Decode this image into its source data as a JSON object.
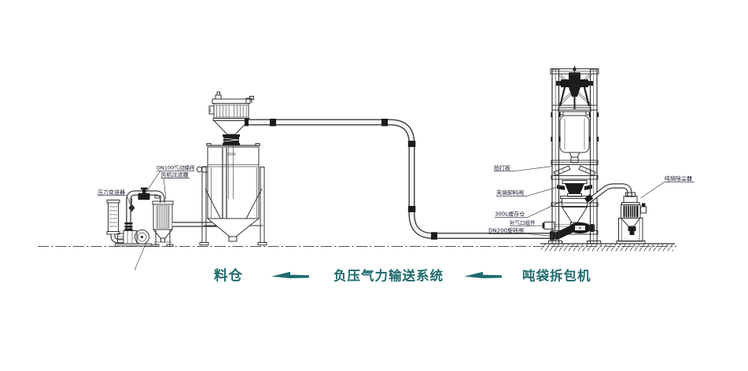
{
  "page": {
    "background": "#ffffff"
  },
  "diagram": {
    "equipment_labels": {
      "pressure_transmitter": "压力变送器",
      "dn100_butterfly_valve": "DN100气动蝶阀",
      "blower_filter": "风机过滤器",
      "beating_plate": "拍打板",
      "bag_clamp_discharge_valve": "夹袋卸料阀",
      "buffer_hopper_300l": "300L缓存仓",
      "air_makeup_port_assembly": "补气口组件",
      "dn200_rotary_valve": "DN200旋转阀",
      "ton_bag_dust_collector": "吨袋除尘器"
    },
    "flow_caption": {
      "destination": "料仓",
      "system": "负压气力输送系统",
      "source": "吨袋拆包机",
      "direction": "right-to-left",
      "color": "#1f6b6e"
    },
    "colors": {
      "line": "#333333",
      "dark_fill": "#1c1c1c",
      "pipe_inner": "#f4f4f4",
      "caption_teal": "#1f6b6e",
      "background": "#ffffff"
    }
  }
}
